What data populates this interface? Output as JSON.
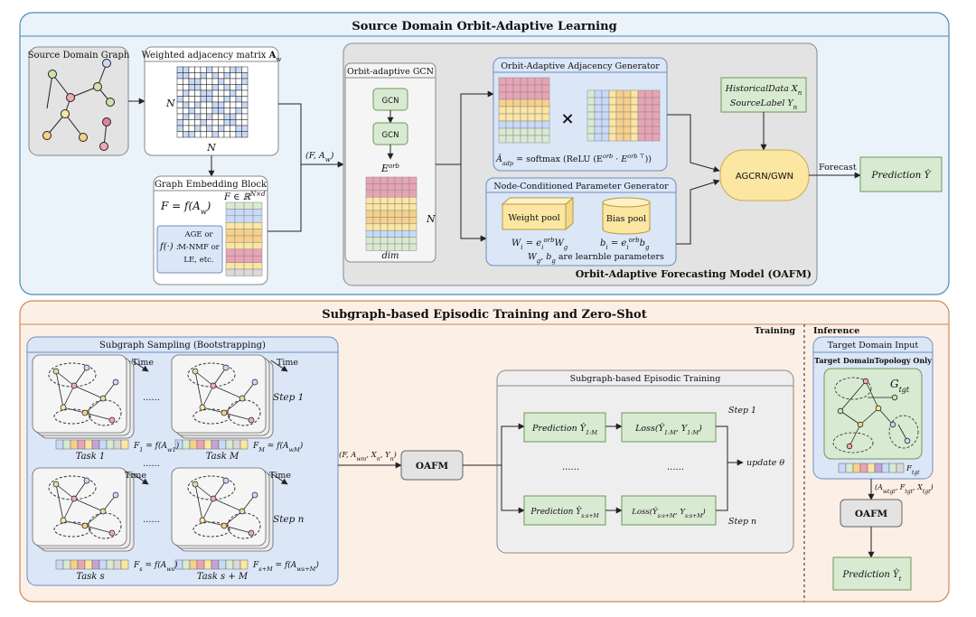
{
  "colors": {
    "top_panel_bg": "#eaf3fa",
    "top_panel_border": "#4a8ab8",
    "bottom_panel_bg": "#fcefe6",
    "bottom_panel_border": "#c98a5a",
    "gray_box": "#e3e3e3",
    "green_box": "#d9ead3",
    "green_border": "#6a9a55",
    "blue_box": "#dbe6f7",
    "blue_border": "#6c8ebf",
    "yellow": "#fbe6a2",
    "orange": "#f7d08a",
    "pink": "#e9a3b6",
    "matrix_blue": "#c9daf8"
  },
  "top": {
    "title": "Source Domain Orbit-Adaptive Learning",
    "source_graph": "Source Domain Graph",
    "weighted_adj": "Weighted adjacency matrix",
    "weighted_adj_sym": "A",
    "weighted_adj_sub": "w",
    "matrix_n_side": "N",
    "matrix_n_bottom": "N",
    "embed_block": "Graph Embedding Block",
    "embed_formula": "F = f(A",
    "embed_formula_sub": "w",
    "embed_formula_end": ")",
    "embed_space": "F ∈ ℝ",
    "embed_space_sup": "N×d",
    "f_label": "f(·) :",
    "f_options": [
      "AGE or",
      "M-NMF or",
      "LE, etc."
    ],
    "input_pair": "(F, A",
    "input_pair_sub": "w",
    "input_pair_end": ")",
    "oagcn_title": "Orbit-adaptive GCN",
    "gcn1": "GCN",
    "gcn2": "GCN",
    "e_orb": "E",
    "e_orb_sup": "orb",
    "emb_n": "N",
    "emb_dim": "dim",
    "adj_gen_title": "Orbit-Adaptive Adjacency Generator",
    "times": "×",
    "adj_formula": "Â",
    "adj_formula_sub": "adp",
    "adj_formula_rest": " = softmax (ReLU (E",
    "adj_formula_sup1": "orb",
    "adj_formula_mid": " · E",
    "adj_formula_sup2": "orb ⊤",
    "adj_formula_end": "))",
    "param_gen_title": "Node-Conditioned Parameter Generator",
    "weight_pool": "Weight pool",
    "bias_pool": "Bias pool",
    "w_formula": "W",
    "w_formula_sub": "i",
    "w_formula_eq": " = e",
    "w_formula_sub2": "i",
    "w_formula_sup2": "orb",
    "w_formula_end": "W",
    "w_formula_endsub": "g",
    "b_formula": "b",
    "b_formula_sub": "i",
    "b_formula_eq": " = e",
    "b_formula_sub2": "i",
    "b_formula_sup2": "orb",
    "b_formula_end": "b",
    "b_formula_endsub": "g",
    "learnable": "W",
    "learnable_sub": "g",
    "learnable_mid": ", b",
    "learnable_sub2": "g",
    "learnable_end": "  are learnble parameters",
    "hist_line1": "HistoricalData X",
    "hist_line1_sub": "n",
    "hist_line2": "SourceLabel Y",
    "hist_line2_sub": "n",
    "model": "AGCRN/GWN",
    "forecast": "Forecast",
    "prediction": "Prediction Ŷ",
    "oafm_label": "Orbit-Adaptive Forecasting Model (OAFM)"
  },
  "bottom": {
    "title": "Subgraph-based Episodic Training and Zero-Shot",
    "training": "Training",
    "inference": "Inference",
    "sampling_title": "Subgraph Sampling (Bootstrapping)",
    "time": "Time",
    "dots": "......",
    "step1": "Step 1",
    "stepn": "Step n",
    "task1": "Task 1",
    "taskM": "Task M",
    "tasks": "Task s",
    "tasksM": "Task s + M",
    "f1": "F",
    "f1_sub": "1",
    "f1_eq": " = f(A",
    "f1_sub2": "w1",
    "fM": "F",
    "fM_sub": "M",
    "fM_eq": " = f(A",
    "fM_sub2": "wM",
    "fs": "F",
    "fs_sub": "s",
    "fs_eq": " = f(A",
    "fs_sub2": "ws",
    "fsM": "F",
    "fsM_sub": "s+M",
    "fsM_eq": " = f(A",
    "fsM_sub2": "ws+M",
    "close": ")",
    "input_tuple": "(F, A",
    "input_tuple_sub": "wm",
    "input_tuple_rest": ", X",
    "input_tuple_sub2": "n",
    "input_tuple_rest2": ", Y",
    "input_tuple_sub3": "n",
    "input_tuple_end": ")",
    "oafm": "OAFM",
    "episodic_title": "Subgraph-based Episodic Training",
    "pred1": "Prediction Ŷ",
    "pred1_sub": "1:M",
    "loss1": "Loss(Ŷ",
    "loss1_sub": "1:M",
    "loss1_mid": ", Y",
    "loss1_sub2": "1:M",
    "loss1_end": ")",
    "pred2": "Prediction Ŷ",
    "pred2_sub": "s:s+M",
    "loss2": "Loss(Ŷ",
    "loss2_sub": "s:s+M",
    "loss2_mid": ", Y",
    "loss2_sub2": "s:s+M",
    "loss2_end": ")",
    "ep_dots1": "......",
    "ep_dots2": "......",
    "ep_step1": "Step 1",
    "ep_stepn": "Step n",
    "update": "update θ",
    "target_title": "Target Domain Input",
    "target_sub": "Target DomainTopology Only",
    "g_tgt": "G",
    "g_tgt_sub": "tgt",
    "f_tgt": "F",
    "f_tgt_sub": "tgt",
    "target_tuple": "(A",
    "target_tuple_sub": "wtgt",
    "target_tuple_mid": ", F",
    "target_tuple_sub2": "tgt",
    "target_tuple_mid2": ", X",
    "target_tuple_sub3": "tgt",
    "target_tuple_end": ")",
    "oafm2": "OAFM",
    "pred_t": "Prediction Ŷ",
    "pred_t_sub": "t"
  }
}
